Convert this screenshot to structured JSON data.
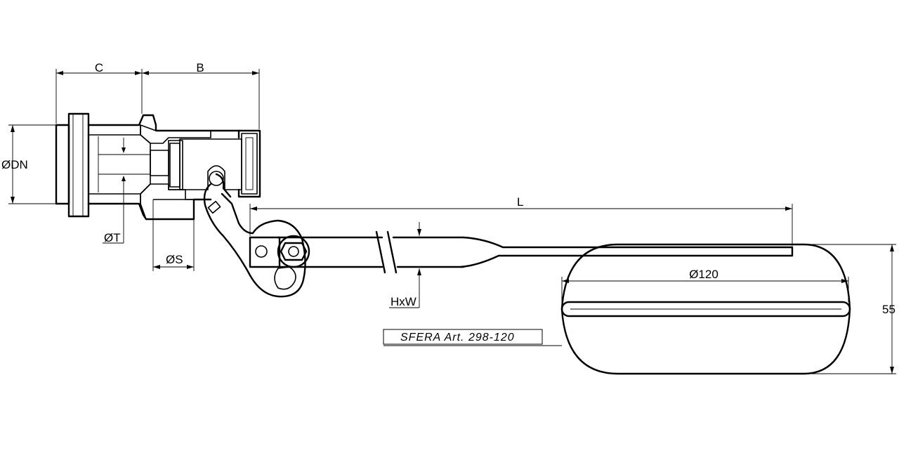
{
  "dimensions": {
    "c": "C",
    "b": "B",
    "dn": "ØDN",
    "t": "ØT",
    "s": "ØS",
    "l": "L",
    "hxw": "HxW",
    "d120": "Ø120",
    "h55": "55"
  },
  "label": {
    "sfera": "SFERA Art. 298-120"
  }
}
